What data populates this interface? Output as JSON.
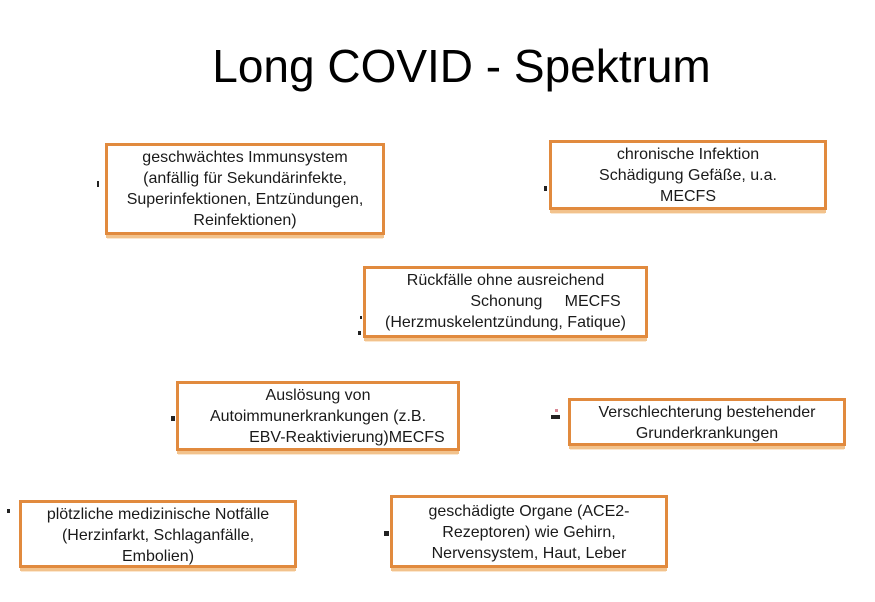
{
  "title": "Long COVID - Spektrum",
  "colors": {
    "box_border": "#e18a3e",
    "box_shadow": "#f2c28c",
    "text": "#1a1a1a",
    "title_text": "#000000",
    "background": "#ffffff"
  },
  "boxes": [
    {
      "id": "weakened-immune-system",
      "lines": [
        "geschwächtes Immunsystem",
        "(anfällig für Sekundärinfekte,",
        "Superinfektionen, Entzündungen,",
        "Reinfektionen)"
      ]
    },
    {
      "id": "chronic-infection",
      "lines": [
        "chronische Infektion",
        "Schädigung Gefäße, u.a.",
        "MECFS"
      ]
    },
    {
      "id": "relapses-without-rest",
      "lines": [
        "Rückfälle ohne ausreichend",
        "                  Schonung     MECFS",
        "(Herzmuskelentzündung, Fatique)"
      ]
    },
    {
      "id": "autoimmune-trigger",
      "lines": [
        "Auslösung von",
        "Autoimmunerkrankungen (z.B.",
        "             EBV-Reaktivierung)MECFS"
      ]
    },
    {
      "id": "worsening-preexisting-conditions",
      "lines": [
        "Verschlechterung bestehender",
        "Grunderkrankungen"
      ]
    },
    {
      "id": "sudden-medical-emergencies",
      "lines": [
        "plötzliche medizinische Notfälle",
        "(Herzinfarkt, Schlaganfälle,",
        "Embolien)"
      ]
    },
    {
      "id": "damaged-organs",
      "lines": [
        "geschädigte Organe (ACE2-",
        "Rezeptoren) wie Gehirn,",
        "Nervensystem, Haut, Leber"
      ]
    }
  ]
}
